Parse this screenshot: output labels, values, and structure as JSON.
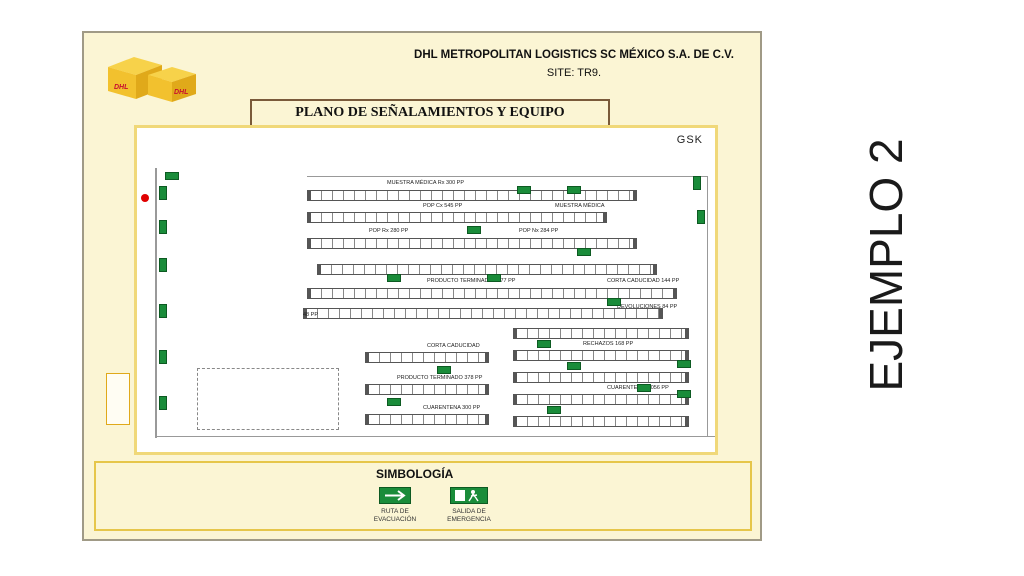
{
  "header": {
    "company": "DHL METROPOLITAN LOGISTICS SC MÉXICO S.A. DE C.V.",
    "site": "SITE: TR9."
  },
  "plan": {
    "title": "PLANO DE SEÑALAMIENTOS Y EQUIPO",
    "client": "GSK",
    "zones": [
      "MUESTRA MÉDICA Rx 300 PP",
      "POP Cx 545 PP",
      "MUESTRA MÉDICA",
      "POP Rx 280 PP",
      "POP Nx 284 PP",
      "PRODUCTO TERMINADO 1477 PP",
      "CORTA CADUCIDAD 144 PP",
      "DEVOLUCIONES 84 PP",
      "48 PP",
      "CORTA CADUCIDAD",
      "RECHAZOS 168 PP",
      "PRODUCTO TERMINADO 378 PP",
      "CUARENTENA 1,056 PP",
      "CUARENTENA 300 PP"
    ]
  },
  "legend": {
    "title": "SIMBOLOGÍA",
    "evacuation_route": "RUTA DE EVACUACIÓN",
    "emergency_exit": "SALIDA DE EMERGENCIA"
  },
  "side_label": "EJEMPLO 2",
  "colors": {
    "sign_green": "#1a8c3a",
    "sheet_bg": "#fbf5d4",
    "frame_yellow": "#f0d879",
    "title_border": "#7a5a3a",
    "red_marker": "#e00000"
  }
}
